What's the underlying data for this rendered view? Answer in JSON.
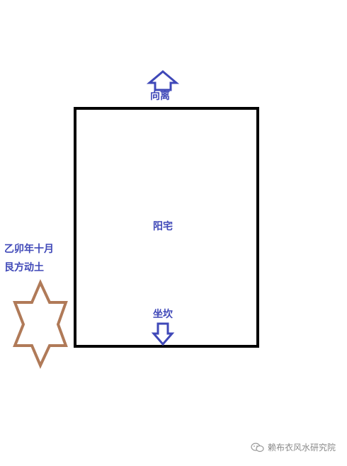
{
  "labels": {
    "facing": "向离",
    "house": "阳宅",
    "sitting": "坐坎",
    "note_line1": "乙卯年十月",
    "note_line2": "艮方动土"
  },
  "watermark": {
    "text": "赖布衣风水研究院",
    "icon": "wechat-icon"
  },
  "colors": {
    "house_outline": "#000000",
    "arrow": "#3f48b8",
    "label": "#3f48b8",
    "star": "#b07a58",
    "watermark": "#8a8a8a"
  }
}
